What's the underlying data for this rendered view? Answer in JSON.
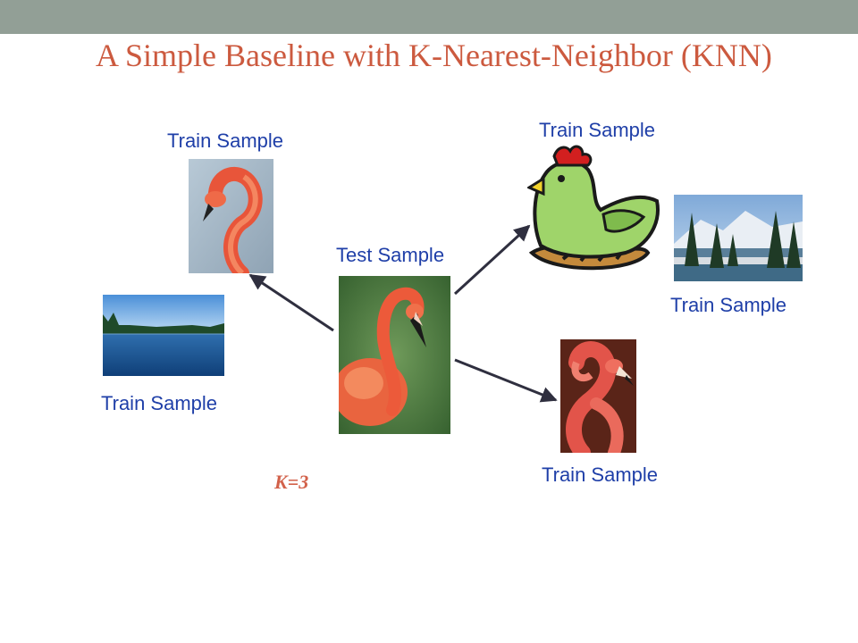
{
  "slide": {
    "title": "A Simple Baseline with K-Nearest-Neighbor (KNN)",
    "k_label": "K=3"
  },
  "labels": {
    "test_sample": "Test Sample",
    "train_flamingo_top": "Train Sample",
    "train_lake": "Train Sample",
    "train_chicken": "Train Sample",
    "train_mountain": "Train Sample",
    "train_flamingo_bottom": "Train Sample"
  },
  "colors": {
    "top_bar": "#929f96",
    "title": "#cc5a3f",
    "label": "#1f3fa8",
    "k_label": "#d2614a",
    "arrow": "#2f2f3f"
  }
}
